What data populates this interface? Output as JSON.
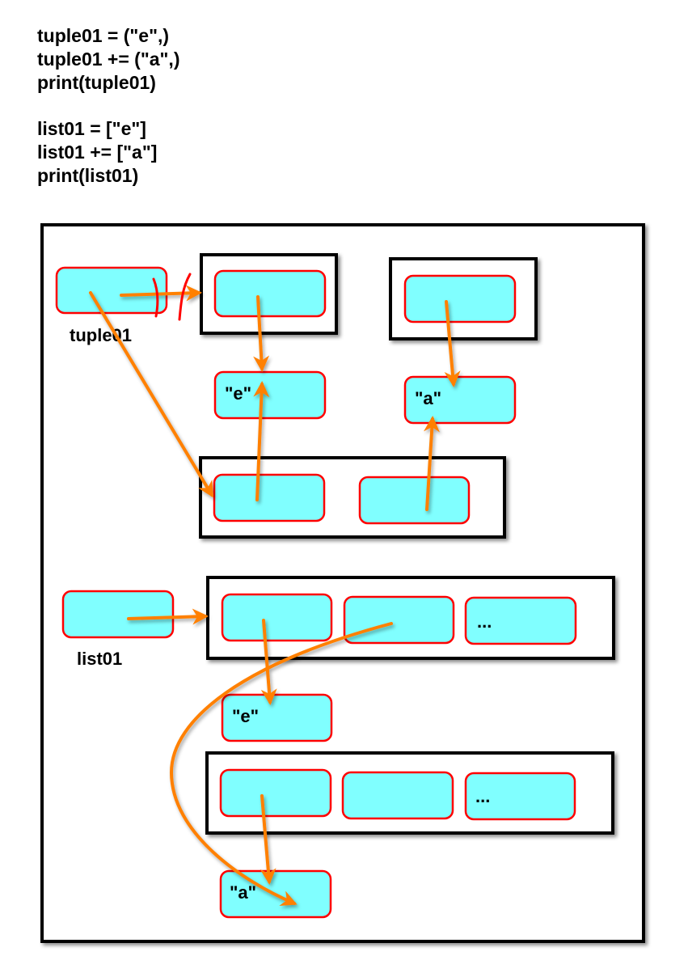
{
  "code": {
    "tuple_lines": [
      "tuple01 = (\"e\",)",
      "tuple01 += (\"a\",)",
      "print(tuple01)"
    ],
    "list_lines": [
      "list01 = [\"e\"]",
      "list01 += [\"a\"]",
      "print(list01)"
    ]
  },
  "diagram": {
    "colors": {
      "cell_fill": "#80ffff",
      "cell_border": "#ff0000",
      "arrow": "#ff8000",
      "frame": "#000000",
      "strike": "#ff0000"
    },
    "variables": [
      {
        "id": "tuple01",
        "label": "tuple01"
      },
      {
        "id": "list01",
        "label": "list01"
      }
    ],
    "values": [
      {
        "id": "tuple-e",
        "label": "\"e\""
      },
      {
        "id": "tuple-a",
        "label": "\"a\""
      },
      {
        "id": "list-e",
        "label": "\"e\""
      },
      {
        "id": "list-a",
        "label": "\"a\""
      }
    ],
    "ellipsis": "...",
    "notes": {
      "old_tuple_link": "struck-out (reassigned)",
      "list_extended": "list extended in place"
    }
  }
}
